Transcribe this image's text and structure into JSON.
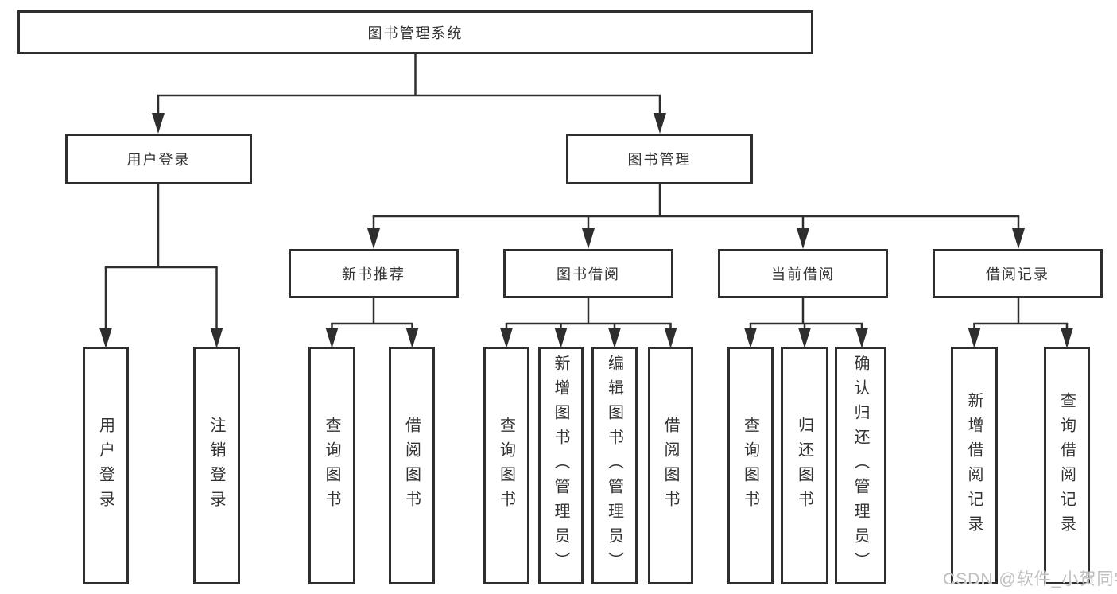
{
  "tree": {
    "root": {
      "label": "图书管理系统"
    },
    "branches": [
      {
        "label": "用户登录",
        "children": [
          {
            "label": "用户登录"
          },
          {
            "label": "注销登录"
          }
        ]
      },
      {
        "label": "图书管理",
        "children": [
          {
            "label": "新书推荐",
            "children": [
              {
                "label": "查询图书"
              },
              {
                "label": "借阅图书"
              }
            ]
          },
          {
            "label": "图书借阅",
            "children": [
              {
                "label": "查询图书"
              },
              {
                "label": "新增图书（管理员）"
              },
              {
                "label": "编辑图书（管理员）"
              },
              {
                "label": "借阅图书"
              }
            ]
          },
          {
            "label": "当前借阅",
            "children": [
              {
                "label": "查询图书"
              },
              {
                "label": "归还图书"
              },
              {
                "label": "确认归还（管理员）"
              }
            ]
          },
          {
            "label": "借阅记录",
            "children": [
              {
                "label": "新增借阅记录"
              },
              {
                "label": "查询借阅记录"
              }
            ]
          }
        ]
      }
    ]
  },
  "watermark": "CSDN @软件_小贺同学",
  "colors": {
    "line": "#2e2e2e",
    "box_border": "#2e2e2e",
    "text": "#333333",
    "watermark": "#bfbfbf",
    "background": "#ffffff"
  }
}
